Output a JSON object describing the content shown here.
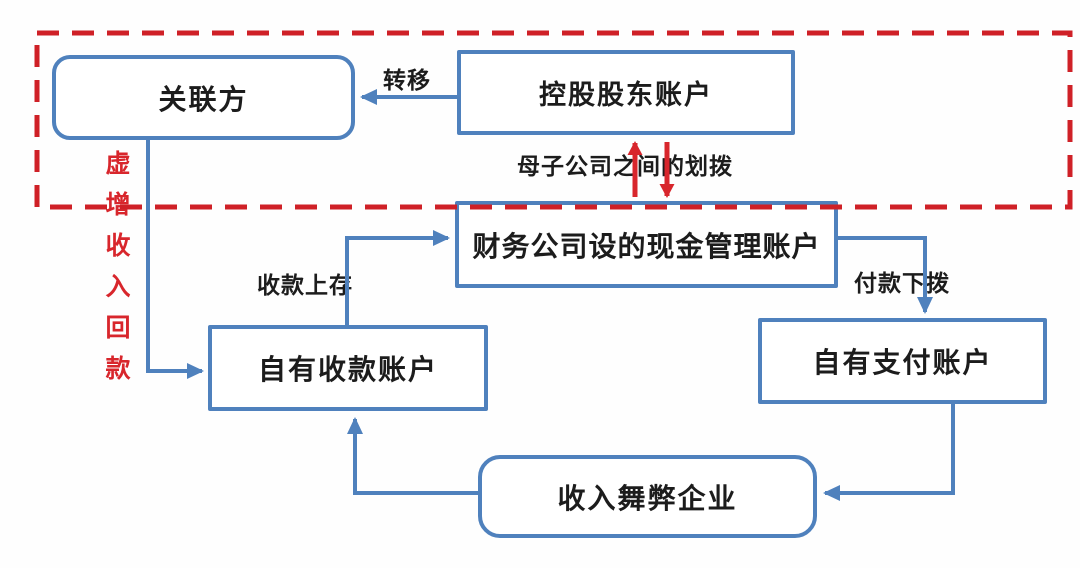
{
  "diagram": {
    "type": "flowchart",
    "language": "zh-CN",
    "colors": {
      "node_border_blue": "#4f81bd",
      "arrow_blue": "#4f81bd",
      "arrow_red": "#d8262c",
      "dashed_boundary_red": "#cf2027",
      "text": "#1c1c1c",
      "background": "#fefefe"
    },
    "nodes": {
      "related_party": {
        "label": "关联方",
        "shape": "rounded"
      },
      "controlling_shareholder_account": {
        "label": "控股股东账户",
        "shape": "rect"
      },
      "cash_management_account": {
        "label": "财务公司设的现金管理账户",
        "shape": "rect"
      },
      "own_collection_account": {
        "label": "自有收款账户",
        "shape": "rect"
      },
      "own_payment_account": {
        "label": "自有支付账户",
        "shape": "rect"
      },
      "revenue_fraud_enterprise": {
        "label": "收入舞弊企业",
        "shape": "rounded"
      }
    },
    "edge_labels": {
      "transfer": "转移",
      "parent_subsidiary_allocation": "母子公司之间的划拨",
      "collection_deposit": "收款上存",
      "payment_allocation": "付款下拨",
      "inflated_revenue_repayment": "虚增收入回款"
    },
    "edges": [
      {
        "from": "controlling_shareholder_account",
        "to": "related_party",
        "label": "转移",
        "color": "blue"
      },
      {
        "from": "cash_management_account",
        "to": "controlling_shareholder_account",
        "label": "母子公司之间的划拨",
        "color": "red",
        "bidirectional_pair": true
      },
      {
        "from": "controlling_shareholder_account",
        "to": "cash_management_account",
        "label": "母子公司之间的划拨",
        "color": "red",
        "bidirectional_pair": true
      },
      {
        "from": "own_collection_account",
        "to": "cash_management_account",
        "label": "收款上存",
        "color": "blue"
      },
      {
        "from": "cash_management_account",
        "to": "own_payment_account",
        "label": "付款下拨",
        "color": "blue"
      },
      {
        "from": "own_payment_account",
        "to": "revenue_fraud_enterprise",
        "label": "",
        "color": "blue"
      },
      {
        "from": "revenue_fraud_enterprise",
        "to": "own_collection_account",
        "label": "",
        "color": "blue"
      },
      {
        "from": "related_party",
        "to": "own_collection_account",
        "label": "虚增收入回款",
        "color": "blue"
      }
    ],
    "boundary": {
      "style": "red-dashed-rectangle",
      "encloses": [
        "related_party",
        "controlling_shareholder_account"
      ]
    }
  }
}
